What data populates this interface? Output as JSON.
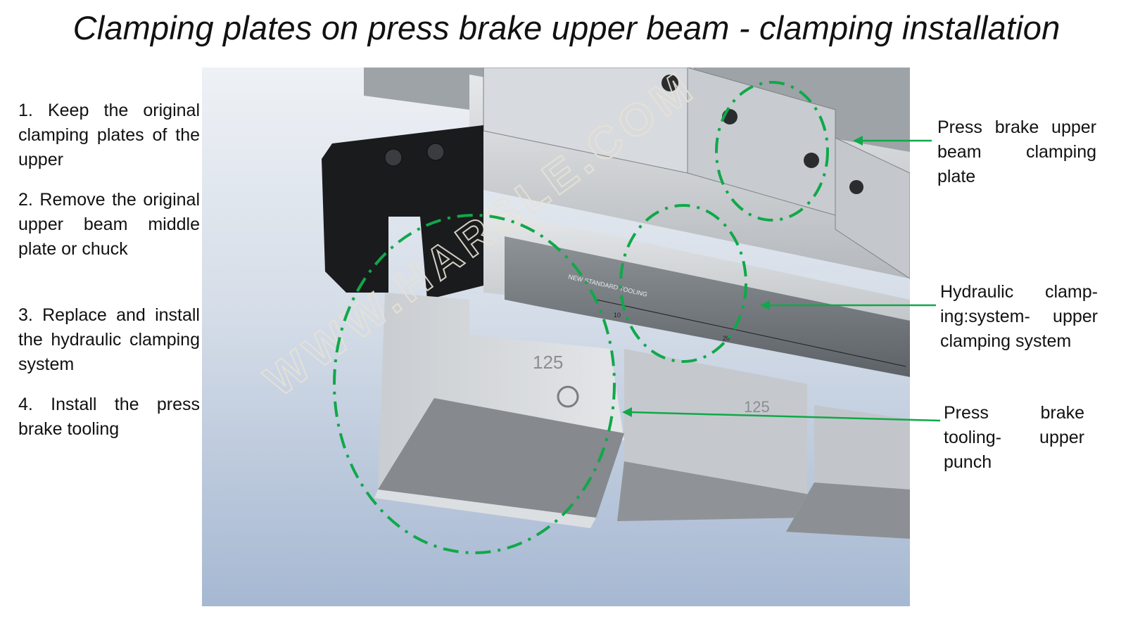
{
  "title": "Clamping plates on press brake upper beam - clamping installation",
  "steps": [
    {
      "text": "1. Keep the original clamping plates of the upper"
    },
    {
      "text": "2. Remove the origi­nal upper beam middle plate or chuck"
    },
    {
      "text": "3. Replace and in­stall the hydraulic clamping system"
    },
    {
      "text": "4. Install the press brake tooling"
    }
  ],
  "callouts": {
    "clamping_plate": "Press brake upper beam clamping plate",
    "hydraulic": "Hydraulic clamp­ing:system- upper clamping system",
    "tooling": "Press brake tooling- upper punch"
  },
  "photo": {
    "watermark": "WWW.HARSLE.COM",
    "punch_marking": "125",
    "scale_labels": [
      "10",
      "20"
    ],
    "rail_marking": "NEW STANDARD TOOLING"
  },
  "colors": {
    "annotation_green": "#10a84a",
    "background_top": "#ebeff4",
    "background_bottom": "#a9bad3"
  }
}
